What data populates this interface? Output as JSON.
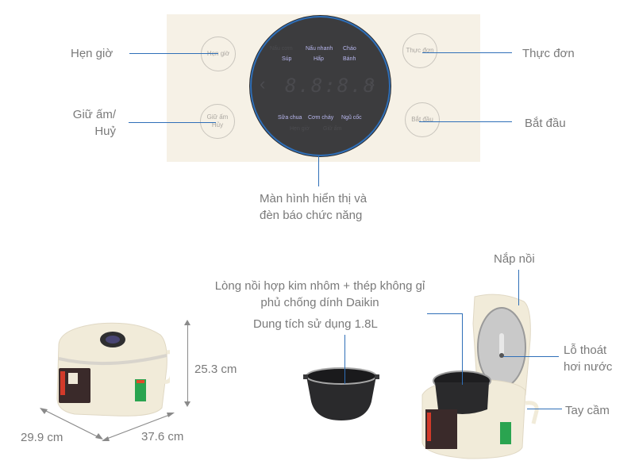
{
  "control_panel": {
    "buttons": {
      "timer": "Hẹn giờ",
      "keep_warm_line1": "Giữ ấm",
      "keep_warm_line2": "Hủy",
      "menu": "Thực đơn",
      "start": "Bắt đầu"
    },
    "display": {
      "modes_top": [
        "Nấu cơm",
        "Nấu nhanh",
        "Cháo",
        "Súp",
        "Hấp",
        "Bánh"
      ],
      "digits": "8.8:8.8",
      "modes_bottom": [
        "Sữa chua",
        "Cơm cháy",
        "Ngũ cốc"
      ],
      "indicators": [
        "Hẹn giờ",
        "Giữ ấm"
      ]
    }
  },
  "callouts": {
    "timer": "Hẹn giờ",
    "keep_warm_line1": "Giữ ấm/",
    "keep_warm_line2": "Huỷ",
    "menu": "Thực đơn",
    "start": "Bắt đầu",
    "display_line1": "Màn hình hiển thị và",
    "display_line2": "đèn báo chức năng",
    "inner_pot_line1": "Lòng nồi hợp kim nhôm + thép không gỉ",
    "inner_pot_line2": "phủ chống dính Daikin",
    "capacity": "Dung tích sử dụng 1.8L",
    "lid": "Nắp nồi",
    "steam_vent_line1": "Lỗ thoát",
    "steam_vent_line2": "hơi nước",
    "handle": "Tay cầm"
  },
  "dimensions": {
    "height": "25.3 cm",
    "depth": "29.9 cm",
    "width": "37.6 cm"
  },
  "colors": {
    "callout_line": "#2f6fb8",
    "label_text": "#7a7a7a",
    "panel_bg": "#f6f1e6",
    "display_bg": "#3c3c3e",
    "display_text": "#b9b8f0"
  }
}
